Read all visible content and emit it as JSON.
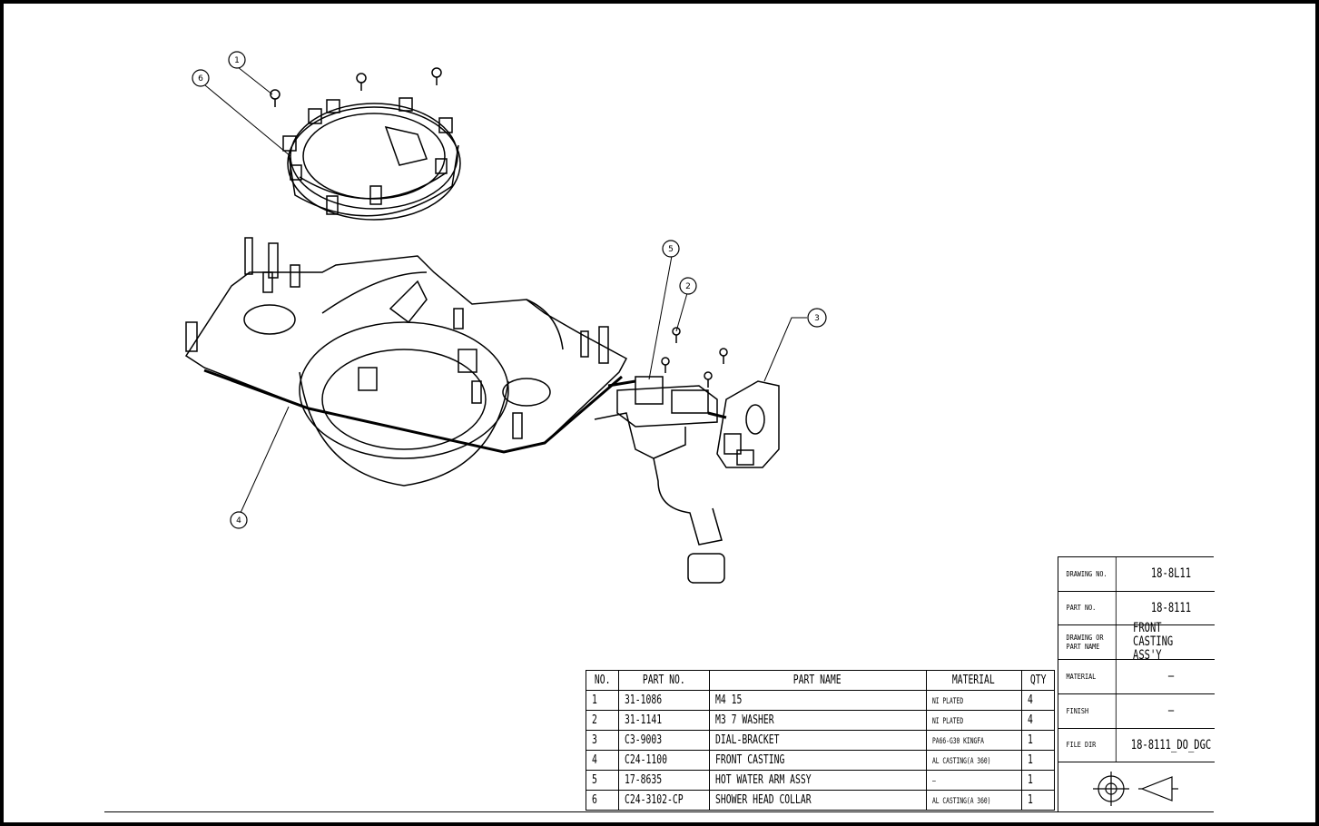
{
  "title_block": {
    "rows": [
      {
        "label": "DRAWING NO.",
        "value": "18-8L11"
      },
      {
        "label": "PART NO.",
        "value": "18-8111"
      },
      {
        "label": "DRAWING OR PART NAME",
        "value": "FRONT CASTING ASS'Y"
      },
      {
        "label": "MATERIAL",
        "value": "—"
      },
      {
        "label": "FINISH",
        "value": "—"
      },
      {
        "label": "FILE DIR",
        "value": "18-8111_DO_DGC"
      }
    ]
  },
  "parts_list": {
    "headers": {
      "no": "NO.",
      "part_no": "PART NO.",
      "part_name": "PART NAME",
      "material": "MATERIAL",
      "qty": "QTY"
    },
    "rows": [
      {
        "no": "1",
        "part_no": "31-1086",
        "part_name": "M4 15",
        "material": "NI PLATED",
        "qty": "4"
      },
      {
        "no": "2",
        "part_no": "31-1141",
        "part_name": "M3 7 WASHER",
        "material": "NI PLATED",
        "qty": "4"
      },
      {
        "no": "3",
        "part_no": "C3-9003",
        "part_name": "DIAL-BRACKET",
        "material": "PA66-G30 KINGFA",
        "qty": "1"
      },
      {
        "no": "4",
        "part_no": "C24-1100",
        "part_name": "FRONT CASTING",
        "material": "AL CASTING(A 360)",
        "qty": "1"
      },
      {
        "no": "5",
        "part_no": "17-8635",
        "part_name": "HOT WATER ARM ASSY",
        "material": "—",
        "qty": "1"
      },
      {
        "no": "6",
        "part_no": "C24-3102-CP",
        "part_name": "SHOWER HEAD COLLAR",
        "material": "AL CASTING(A 360)",
        "qty": "1"
      }
    ]
  },
  "balloons": [
    "1",
    "6",
    "5",
    "2",
    "3",
    "4"
  ]
}
